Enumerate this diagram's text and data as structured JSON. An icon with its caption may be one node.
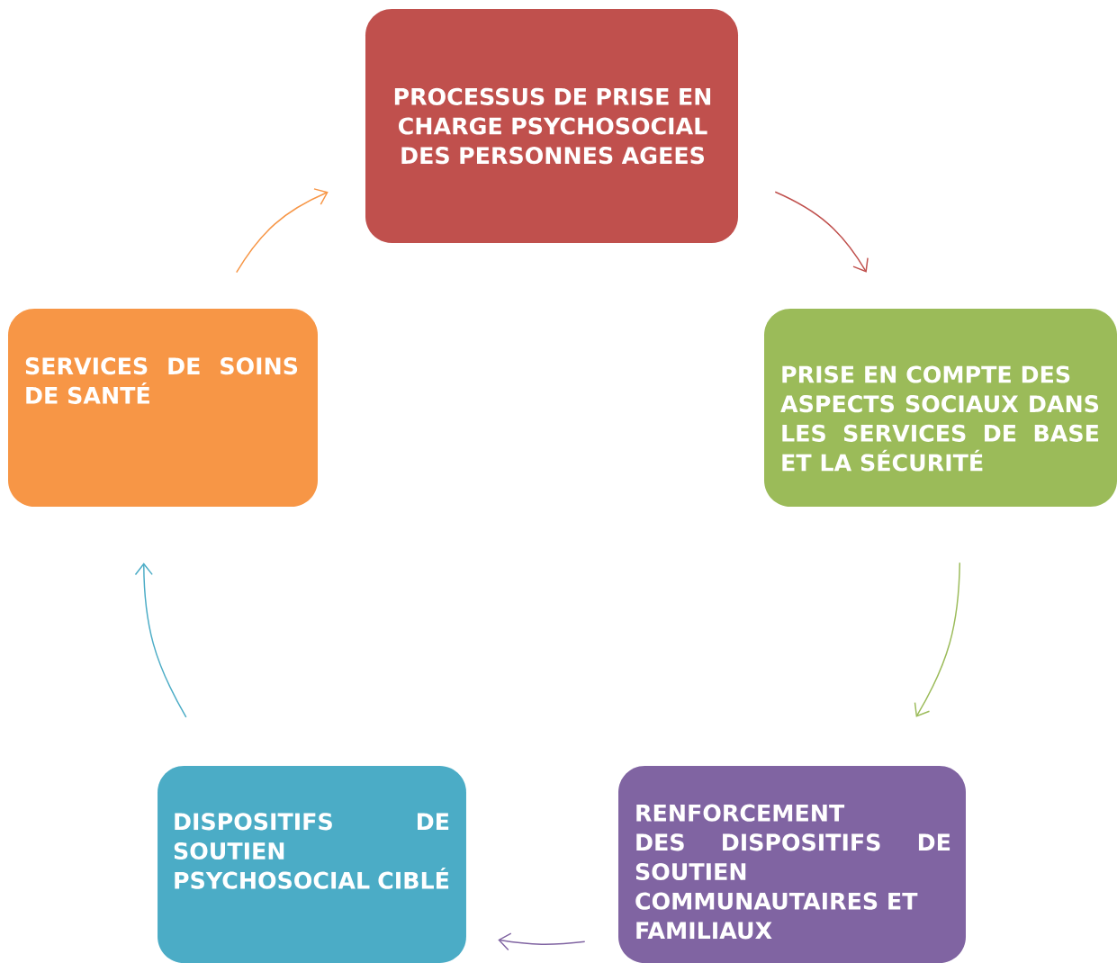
{
  "diagram": {
    "nodes": [
      {
        "text": [
          "PROCESSUS DE PRISE EN CHARGE PSYCHOSOCIAL DES PERSONNES AGEES"
        ]
      },
      {
        "text": [
          "PRISE EN COMPTE DES",
          "ASPECTS SOCIAUX DANS LES SERVICES DE BASE ET LA SÉCURITÉ"
        ]
      },
      {
        "text": [
          "RENFORCEMENT",
          "DES DISPOSITIFS DE SOUTIEN",
          "COMMUNAUTAIRES ET",
          "FAMILIAUX"
        ]
      },
      {
        "text": [
          "DISPOSITIFS DE SOUTIEN",
          "PSYCHOSOCIAL CIBLÉ"
        ]
      },
      {
        "text": [
          "SERVICES DE SOINS DE SANTÉ"
        ]
      }
    ],
    "edges": [
      {
        "from": 0,
        "to": 1,
        "arrow": "to",
        "color": "#c0504d"
      },
      {
        "from": 1,
        "to": 2,
        "arrow": "to",
        "color": "#9bbb59"
      },
      {
        "from": 2,
        "to": 3,
        "arrow": "to",
        "color": "#8064a2"
      },
      {
        "from": 3,
        "to": 4,
        "arrow": "to",
        "color": "#4bacc6"
      },
      {
        "from": 4,
        "to": 0,
        "arrow": "to",
        "color": "#f79646"
      }
    ]
  }
}
